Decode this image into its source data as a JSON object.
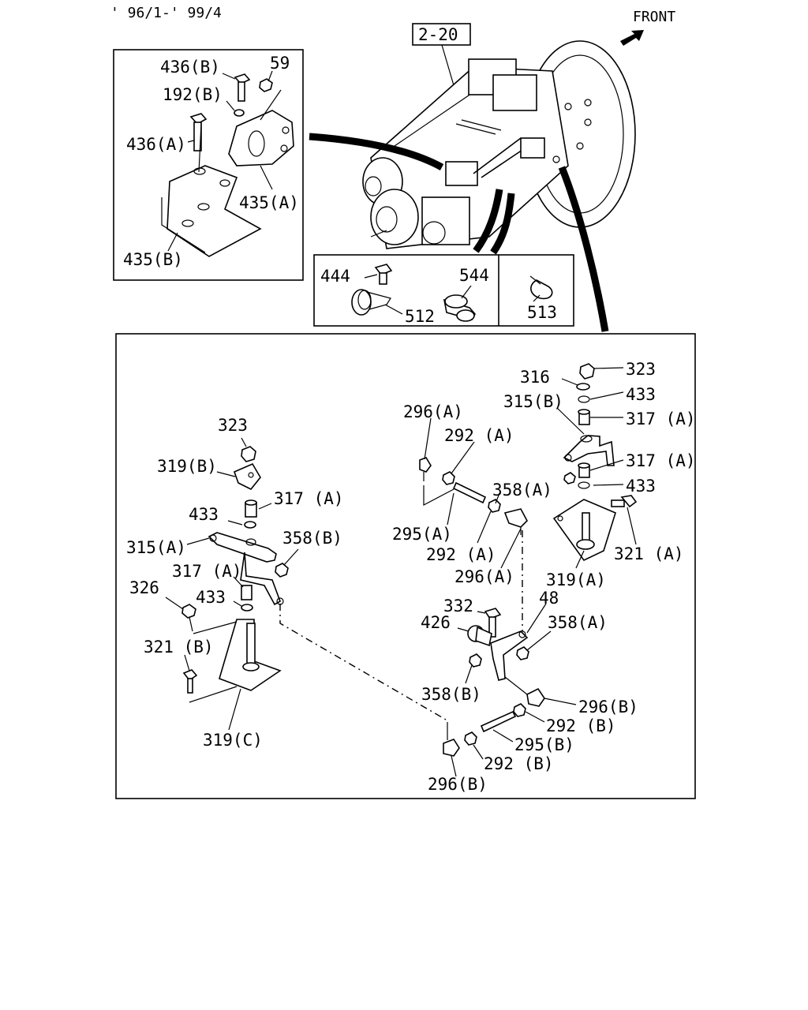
{
  "header": {
    "date_range": "' 96/1-' 99/4",
    "front_label": "FRONT"
  },
  "ref_box": "2-20",
  "upper_left": {
    "l_436B": "436(B)",
    "l_59": "59",
    "l_192B": "192(B)",
    "l_436A": "436(A)",
    "l_435A": "435(A)",
    "l_435B": "435(B)"
  },
  "middle": {
    "l_444": "444",
    "l_544": "544",
    "l_512": "512",
    "l_513": "513"
  },
  "lower_left": {
    "l_323": "323",
    "l_319B": "319(B)",
    "l_317A_1": "317 (A)",
    "l_433_1": "433",
    "l_315A": "315(A)",
    "l_358B": "358(B)",
    "l_317A_2": "317 (A)",
    "l_326": "326",
    "l_433_2": "433",
    "l_321B": "321 (B)",
    "l_319C": "319(C)"
  },
  "lower_right": {
    "l_316": "316",
    "l_323": "323",
    "l_315B": "315(B)",
    "l_433_1": "433",
    "l_296A_1": "296(A)",
    "l_317A_1": "317 (A)",
    "l_292A_1": "292 (A)",
    "l_317A_2": "317 (A)",
    "l_358A_1": "358(A)",
    "l_433_2": "433",
    "l_295A": "295(A)",
    "l_292A_2": "292 (A)",
    "l_321A": "321 (A)",
    "l_296A_2": "296(A)",
    "l_319A": "319(A)",
    "l_332": "332",
    "l_48": "48",
    "l_426": "426",
    "l_358A_2": "358(A)",
    "l_358B": "358(B)",
    "l_296B_1": "296(B)",
    "l_292B_1": "292 (B)",
    "l_295B": "295(B)",
    "l_292B_2": "292 (B)",
    "l_296B_2": "296(B)"
  }
}
